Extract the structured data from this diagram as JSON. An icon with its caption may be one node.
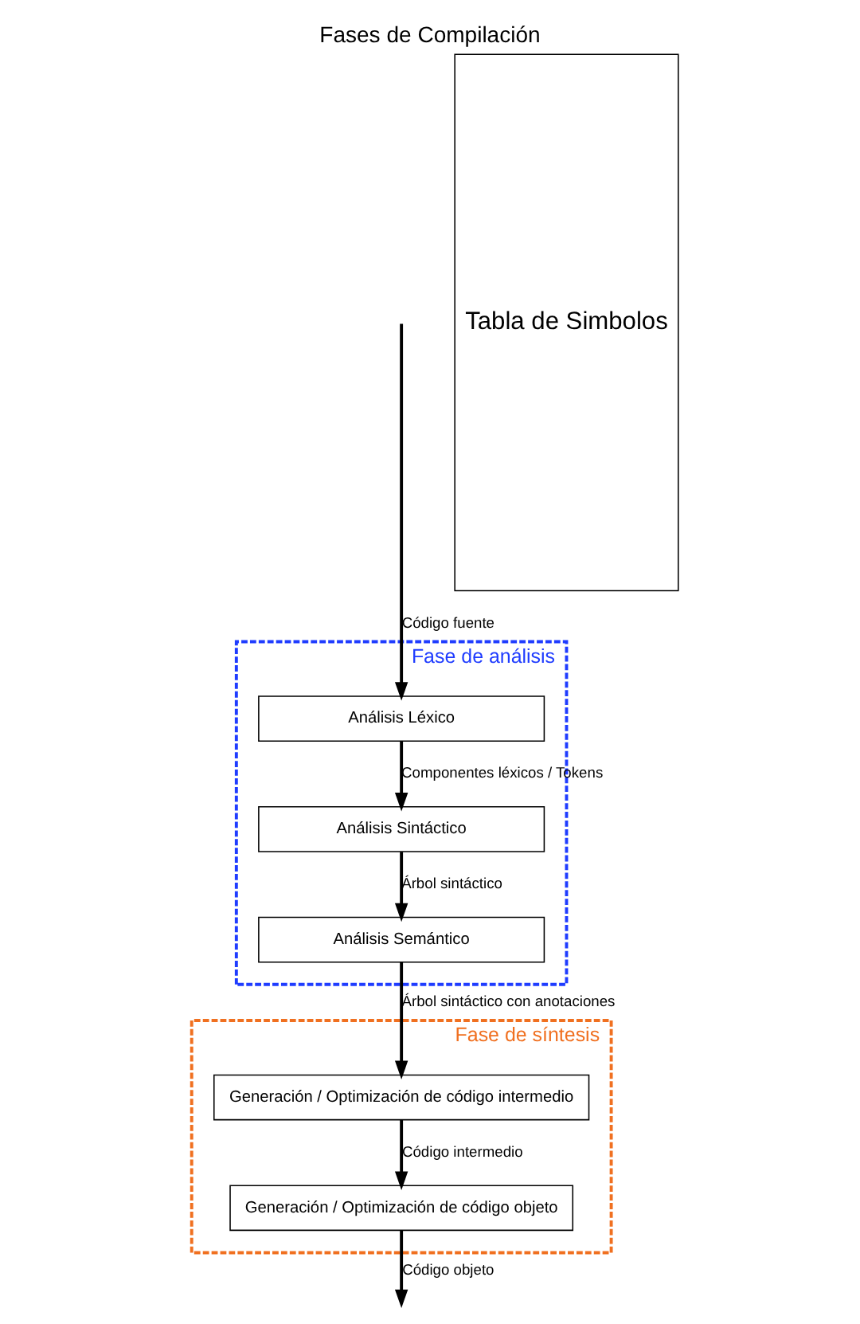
{
  "diagram": {
    "title": "Fases de Compilación",
    "nodes": [
      {
        "text": [
          "Fase de análisis"
        ]
      },
      {
        "text": [
          "Análisis Léxico"
        ],
        "in": 0
      },
      {
        "text": [
          "Análisis Sintáctico"
        ],
        "in": 0
      },
      {
        "text": [
          "Análisis Semántico"
        ],
        "in": 0
      },
      {
        "text": [
          "Fase de síntesis"
        ]
      },
      {
        "text": [
          "Generación / Optimización de código intermedio"
        ],
        "in": 4
      },
      {
        "text": [
          "Generación / Optimización de código objeto"
        ],
        "in": 4
      },
      {
        "text": [
          "Tabla de Simbolos"
        ]
      }
    ],
    "edges": [
      {
        "from": null,
        "to": 1,
        "arrow": "to",
        "label": "Código fuente"
      },
      {
        "from": 1,
        "to": 2,
        "arrow": "to",
        "label": "Componentes léxicos / Tokens"
      },
      {
        "from": 2,
        "to": 3,
        "arrow": "to",
        "label": "Árbol sintáctico"
      },
      {
        "from": 3,
        "to": 5,
        "arrow": "to",
        "label": "Árbol sintáctico con anotaciones"
      },
      {
        "from": 5,
        "to": 6,
        "arrow": "to",
        "label": "Código intermedio"
      },
      {
        "from": 6,
        "to": null,
        "arrow": "to",
        "label": "Código objeto"
      }
    ]
  }
}
